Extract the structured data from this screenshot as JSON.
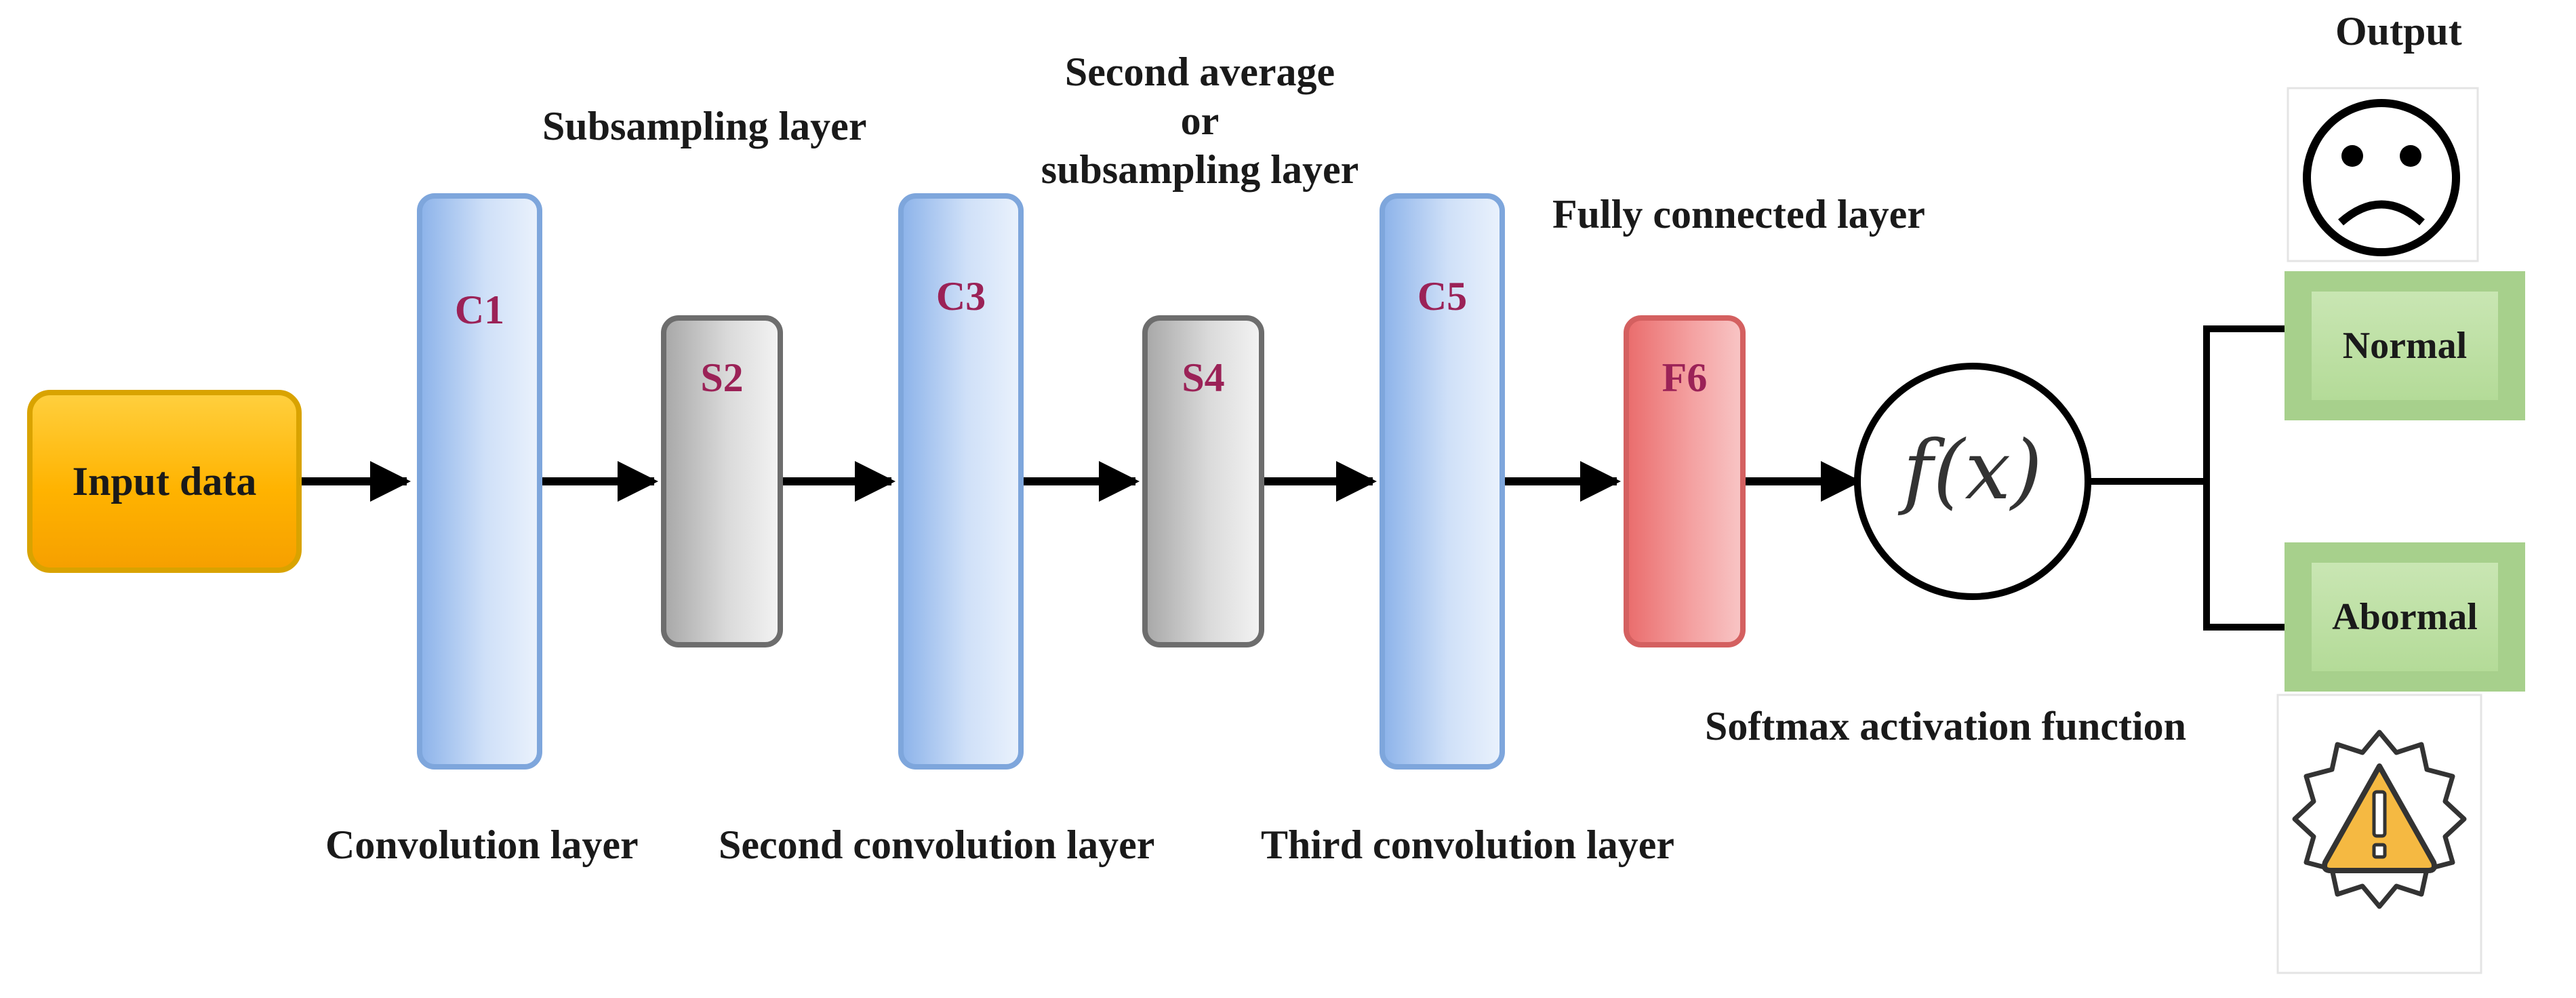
{
  "title_output": "Output",
  "labels": {
    "subsampling_layer": "Subsampling layer",
    "second_average_line1": "Second average",
    "second_average_line2": "or",
    "second_average_line3": "subsampling layer",
    "fully_connected_layer": "Fully connected layer",
    "convolution_layer": "Convolution layer",
    "second_convolution_layer": "Second convolution layer",
    "third_convolution_layer": "Third convolution layer",
    "softmax_activation_function": "Softmax activation function"
  },
  "nodes": {
    "input": "Input data",
    "c1": "C1",
    "s2": "S2",
    "c3": "C3",
    "s4": "S4",
    "c5": "C5",
    "f6": "F6",
    "softmax": "f(x)"
  },
  "outputs": {
    "normal": "Normal",
    "abnormal": "Abormal"
  },
  "icons": {
    "sad_face": "sad-face-icon",
    "warning": "warning-badge-icon"
  },
  "colors": {
    "conv": "#9fc0ee",
    "subsampling": "#c8c8c8",
    "fully_connected": "#f08a8a",
    "input": "#ffbb1c",
    "output_button": "#b4db98",
    "node_text": "#9b2257",
    "warning": "#f5b942"
  }
}
